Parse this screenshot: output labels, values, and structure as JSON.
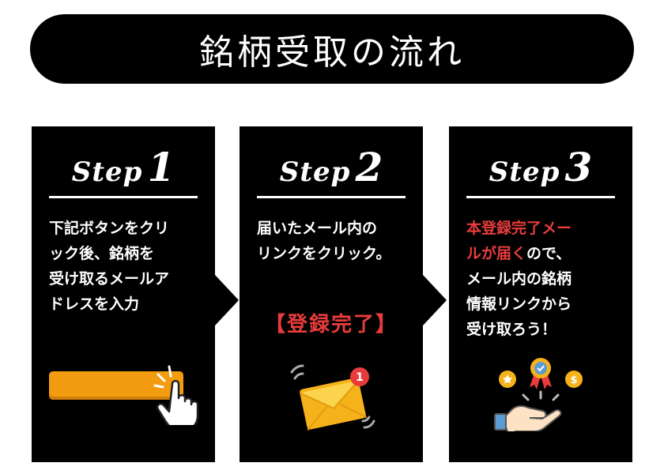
{
  "title": "銘柄受取の流れ",
  "colors": {
    "accent": "#e83c3c",
    "button": "#f39c12",
    "panel": "#000000"
  },
  "steps": [
    {
      "word": "Step",
      "number": "1",
      "description": "下記ボタンをクリ\nック後、銘柄を\n受け取るメールア\nドレスを入力",
      "icon": "pointing-hand-icon"
    },
    {
      "word": "Step",
      "number": "2",
      "description": "届いたメール内の\nリンクをクリック。",
      "highlight": "【登録完了】",
      "badge": "1",
      "icon": "envelope-icon"
    },
    {
      "word": "Step",
      "number": "3",
      "description_accent": "本登録完了メー\nルが届く",
      "description_rest": "ので、\nメール内の銘柄\n情報リンクから\n受け取ろう！",
      "icon": "reward-hand-icon"
    }
  ]
}
